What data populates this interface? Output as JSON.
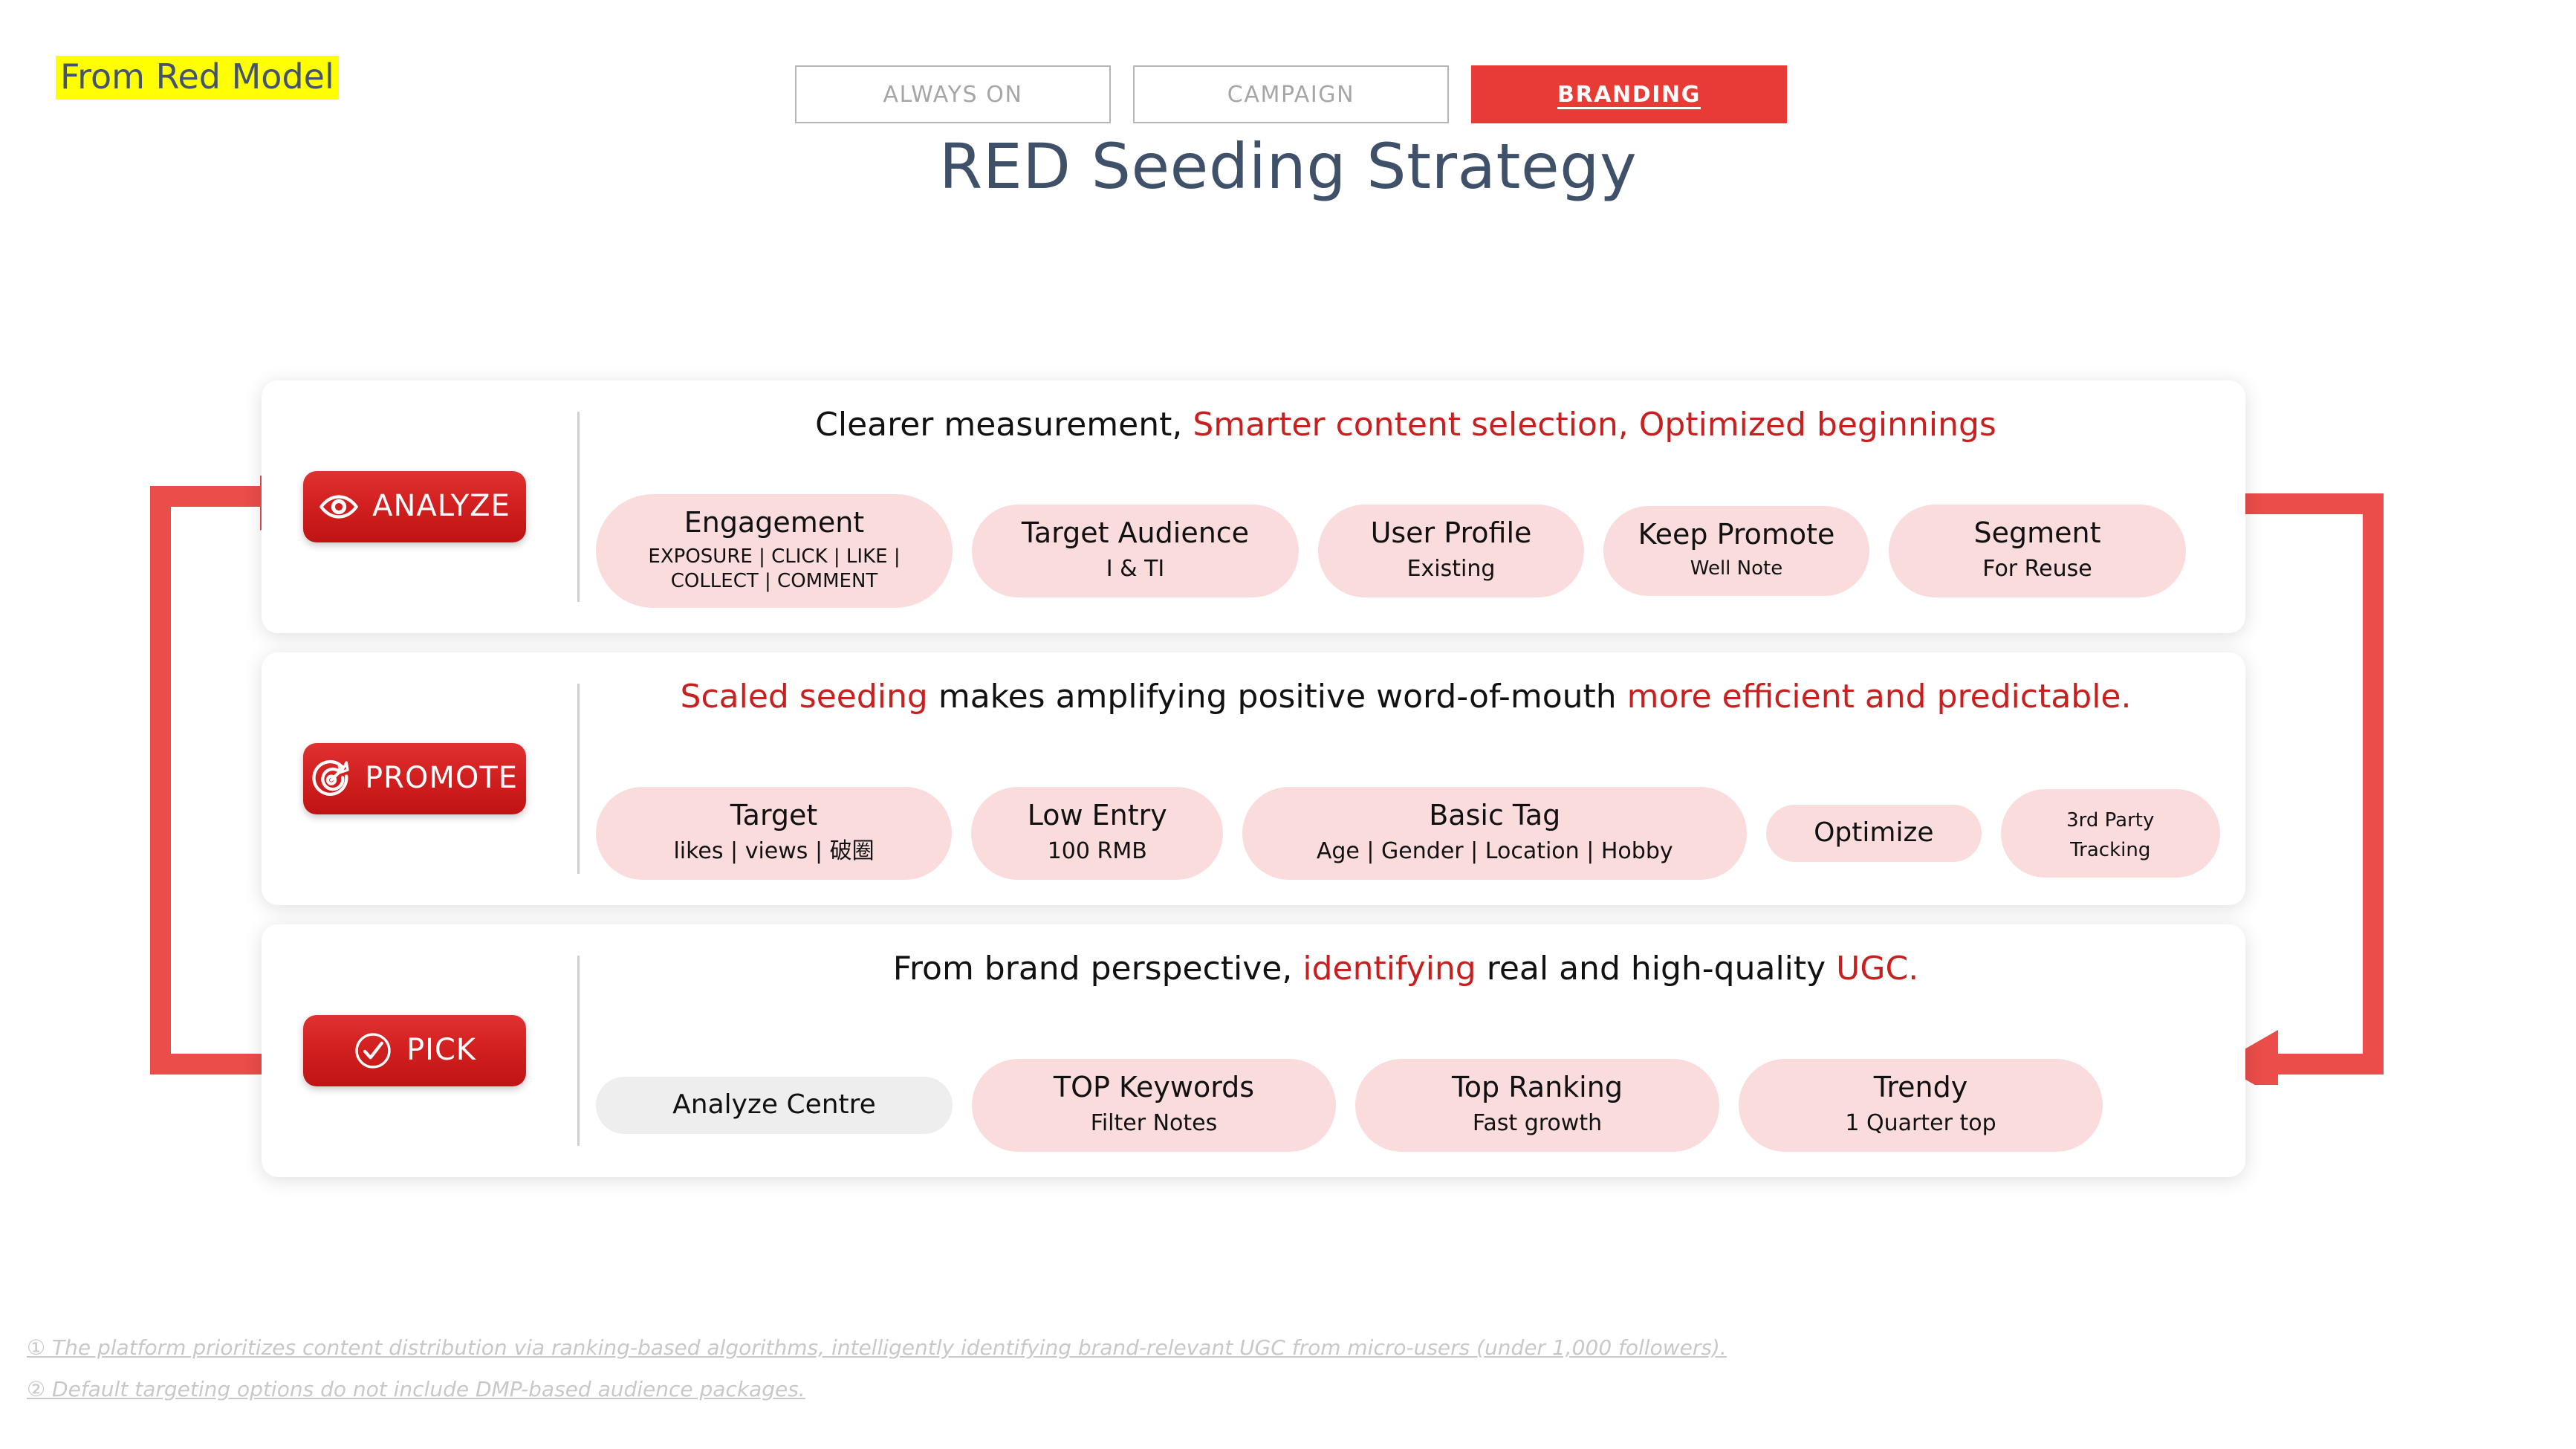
{
  "header": {
    "corner_tag": "From Red Model",
    "title": "RED Seeding Strategy",
    "tabs": [
      {
        "label": "ALWAYS ON",
        "active": false
      },
      {
        "label": "CAMPAIGN",
        "active": false
      },
      {
        "label": "BRANDING",
        "active": true
      }
    ]
  },
  "colors": {
    "brand_red": "#e83b36",
    "badge_red": "#d32020",
    "accent_red_text": "#c8201e",
    "pill_pink": "#fbdcdd",
    "pill_grey": "#eeeeee",
    "title_blue": "#3f5069",
    "highlight_yellow": "#ffff00",
    "footnote_grey": "#c8c8c8",
    "arrow_red": "#ea4d4a"
  },
  "rows": [
    {
      "id": "analyze",
      "badge_label": "ANALYZE",
      "badge_icon": "eye-icon",
      "headline_parts": [
        {
          "text": "Clearer measurement, ",
          "red": false
        },
        {
          "text": "Smarter content selection, Optimized beginnings",
          "red": true
        }
      ],
      "headline_plain": "Clearer measurement, Smarter content selection, Optimized beginnings",
      "pills": [
        {
          "title": "Engagement",
          "sub": "EXPOSURE | CLICK | LIKE | COLLECT | COMMENT",
          "style": "pink"
        },
        {
          "title": "Target Audience",
          "sub": "I & TI",
          "style": "pink"
        },
        {
          "title": "User Profile",
          "sub": "Existing",
          "style": "pink"
        },
        {
          "title": "Keep Promote",
          "sub": "Well Note",
          "style": "pink"
        },
        {
          "title": "Segment",
          "sub": "For Reuse",
          "style": "pink"
        }
      ]
    },
    {
      "id": "promote",
      "badge_label": "PROMOTE",
      "badge_icon": "target-dart-icon",
      "headline_parts": [
        {
          "text": "Scaled seeding",
          "red": true
        },
        {
          "text": " makes amplifying positive word-of-mouth ",
          "red": false
        },
        {
          "text": "more efficient and predictable.",
          "red": true
        }
      ],
      "headline_plain": "Scaled seeding makes amplifying positive word-of-mouth more efficient and predictable.",
      "pills": [
        {
          "title": "Target",
          "sub": "likes | views | 破圈",
          "style": "pink"
        },
        {
          "title": "Low Entry",
          "sub": "100 RMB",
          "style": "pink"
        },
        {
          "title": "Basic Tag",
          "sub": "Age | Gender | Location | Hobby",
          "style": "pink"
        },
        {
          "title": "Optimize",
          "sub": "",
          "style": "pink"
        },
        {
          "title": "3rd Party",
          "sub": "Tracking",
          "style": "pink"
        }
      ]
    },
    {
      "id": "pick",
      "badge_label": "PICK",
      "badge_icon": "check-circle-icon",
      "headline_parts": [
        {
          "text": "From brand perspective, ",
          "red": false
        },
        {
          "text": "identifying",
          "red": true
        },
        {
          "text": " real and high-quality ",
          "red": false
        },
        {
          "text": "UGC.",
          "red": true
        }
      ],
      "headline_plain": "From brand perspective, identifying real and high-quality UGC.",
      "pills": [
        {
          "title": "Analyze Centre",
          "sub": "",
          "style": "grey"
        },
        {
          "title": "TOP Keywords",
          "sub": "Filter Notes",
          "style": "pink"
        },
        {
          "title": "Top Ranking",
          "sub": "Fast growth",
          "style": "pink"
        },
        {
          "title": "Trendy",
          "sub": "1 Quarter top",
          "style": "pink"
        }
      ]
    }
  ],
  "footnotes": [
    "① The platform prioritizes content distribution via ranking-based algorithms, intelligently identifying brand-relevant UGC from micro-users (under 1,000 followers).",
    "② Default targeting options do not include DMP-based audience packages."
  ]
}
